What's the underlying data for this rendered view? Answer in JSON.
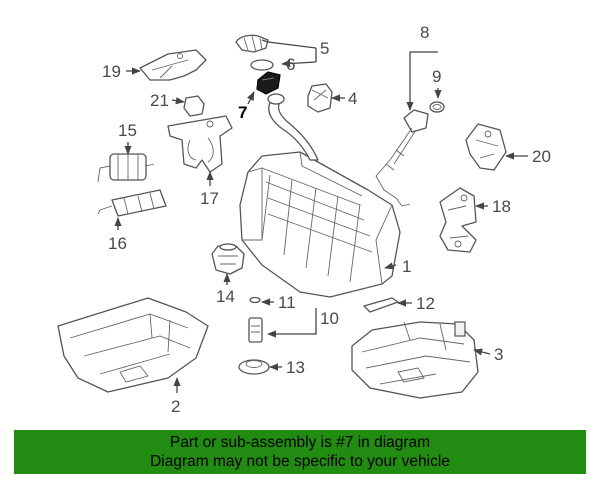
{
  "callouts": {
    "c1": "1",
    "c2": "2",
    "c3": "3",
    "c4": "4",
    "c5": "5",
    "c6": "6",
    "c7": "7",
    "c8": "8",
    "c9": "9",
    "c10": "10",
    "c11": "11",
    "c12": "12",
    "c13": "13",
    "c14": "14",
    "c15": "15",
    "c16": "16",
    "c17": "17",
    "c18": "18",
    "c19": "19",
    "c20": "20",
    "c21": "21"
  },
  "highlighted_part": "7",
  "banner": {
    "line1": "Part or sub-assembly is #7 in diagram",
    "line2": "Diagram may not be specific to your vehicle"
  },
  "colors": {
    "banner_bg": "#228b12",
    "highlight_part": "#1a1a1a"
  }
}
